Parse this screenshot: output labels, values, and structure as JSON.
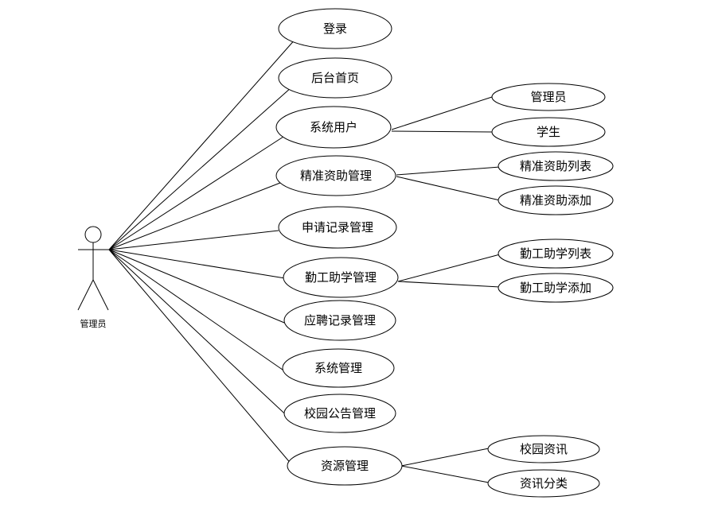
{
  "actor": {
    "label": "管理员"
  },
  "use_cases": {
    "login": "登录",
    "dashboard": "后台首页",
    "system_users": "系统用户",
    "precision_aid": "精准资助管理",
    "application_records": "申请记录管理",
    "work_study": "勤工助学管理",
    "job_applications": "应聘记录管理",
    "system_admin": "系统管理",
    "campus_notice": "校园公告管理",
    "resources": "资源管理"
  },
  "sub_use_cases": {
    "admin": "管理员",
    "student": "学生",
    "aid_list": "精准资助列表",
    "aid_add": "精准资助添加",
    "work_study_list": "勤工助学列表",
    "work_study_add": "勤工助学添加",
    "campus_news": "校园资讯",
    "news_category": "资讯分类"
  },
  "colors": {
    "stroke": "#000000",
    "background": "#ffffff"
  }
}
